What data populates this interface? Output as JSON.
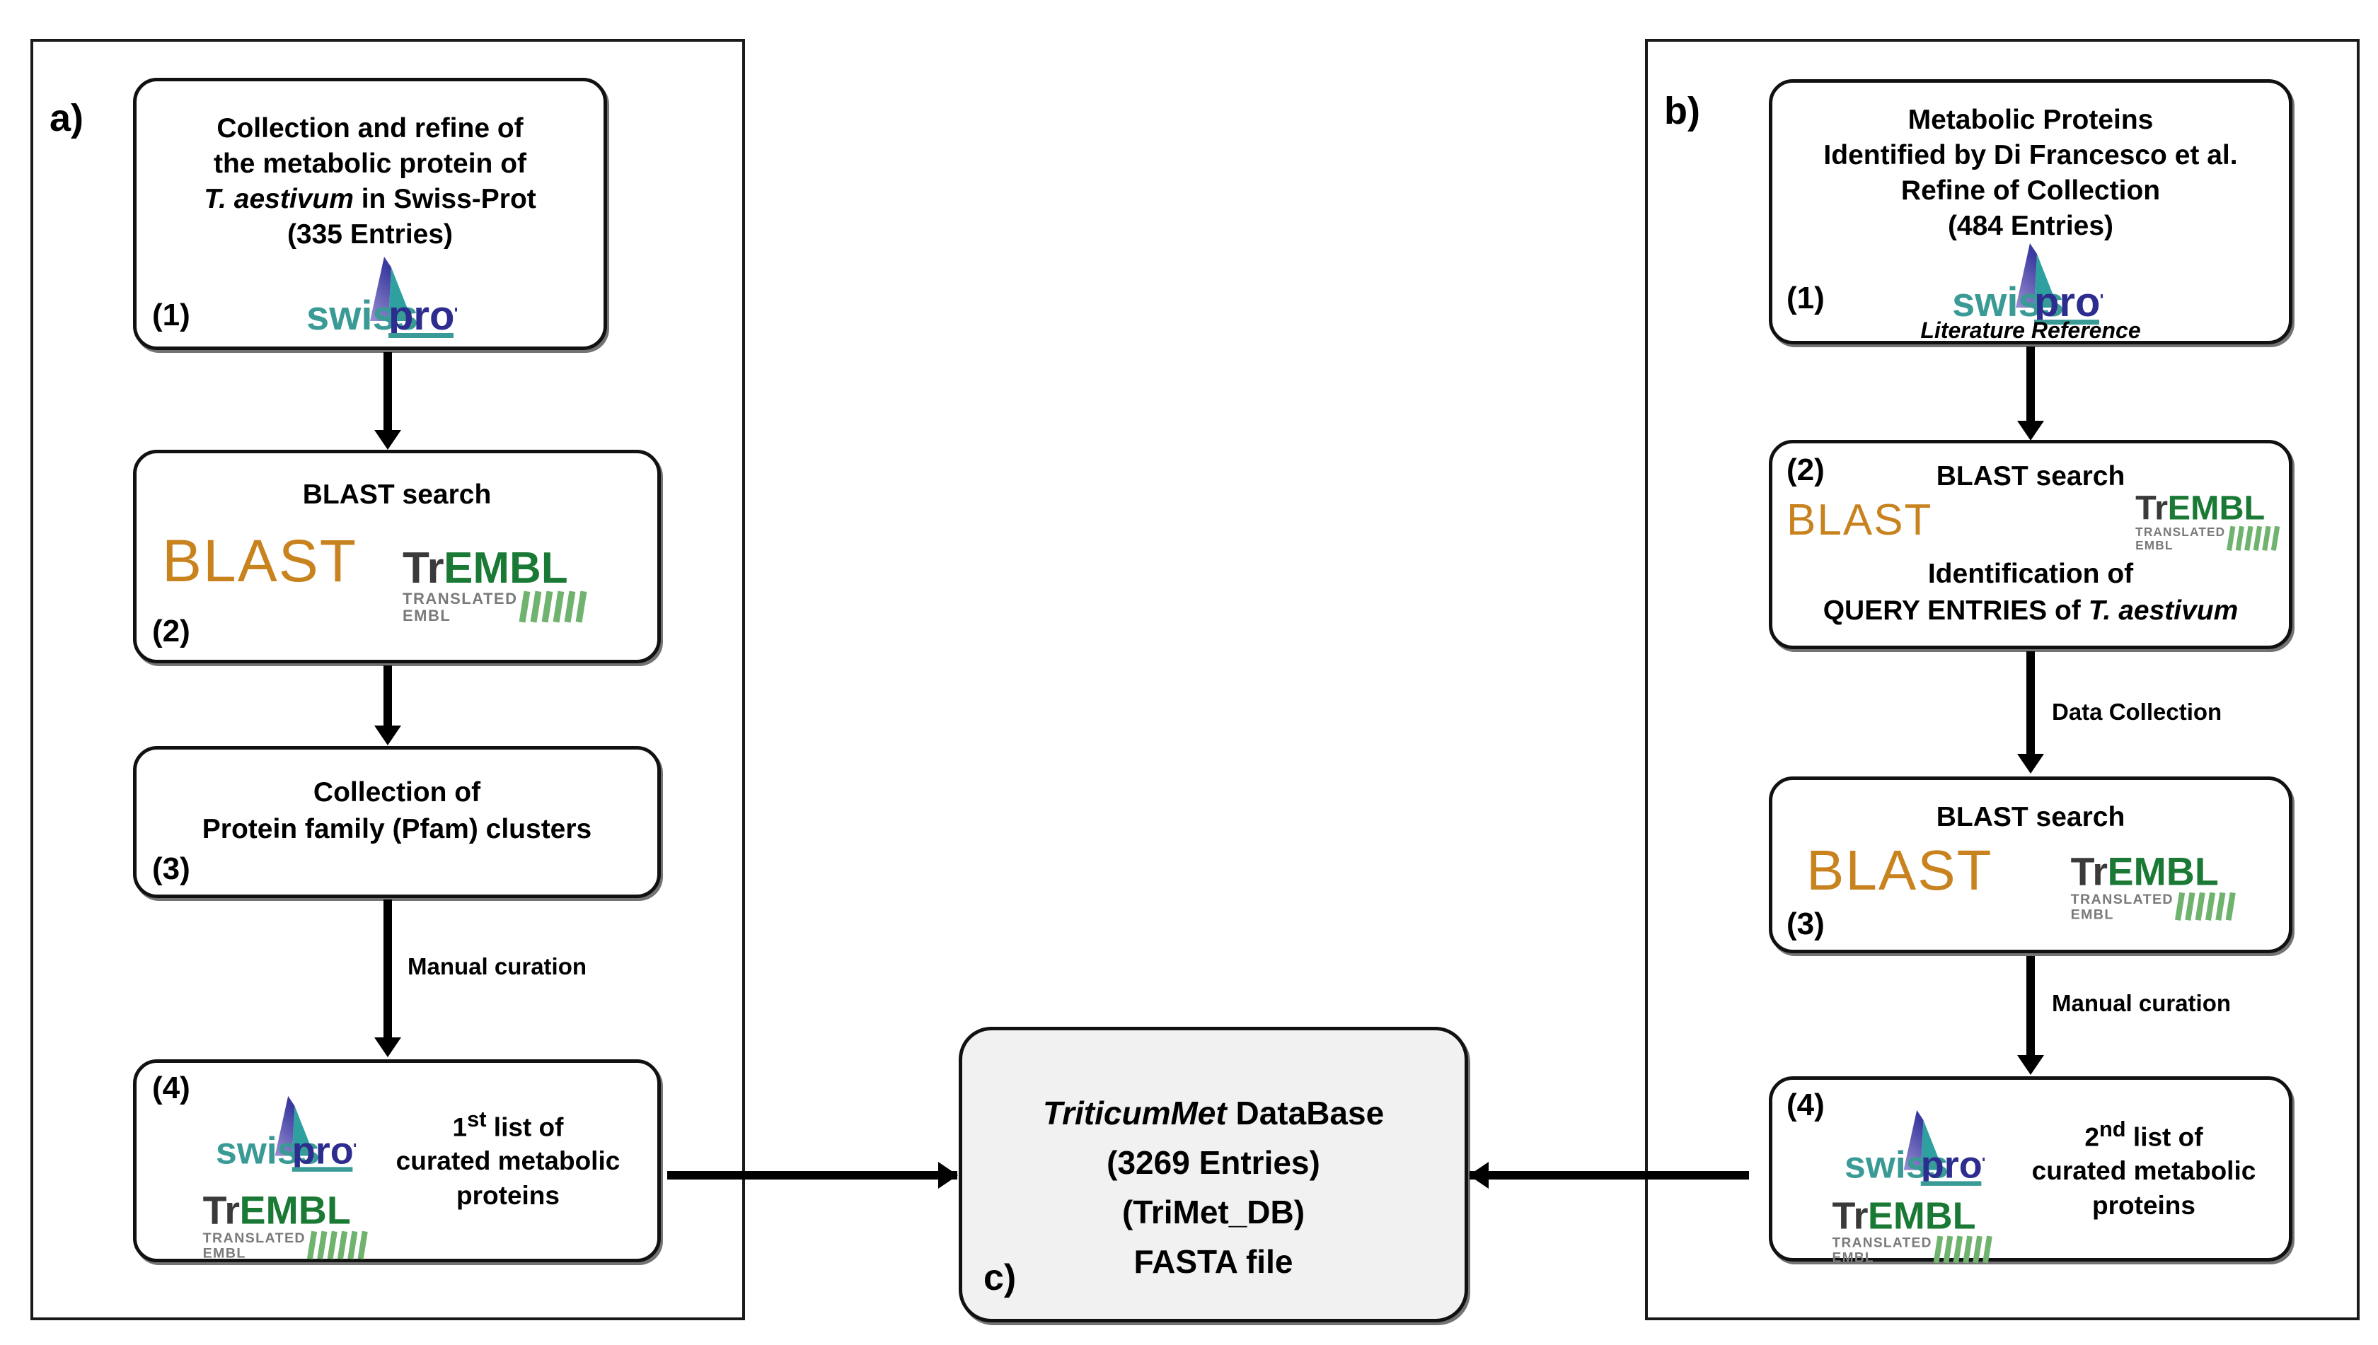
{
  "figure": {
    "panels": {
      "a_letter": "a)",
      "b_letter": "b)",
      "c_letter": "c)"
    }
  },
  "colors": {
    "blast_orange": "#c8821e",
    "trembl_green": "#1a7a35",
    "trembl_gray": "#3a3a3a",
    "swissprot_teal": "#3a9a96",
    "swissprot_blue": "#2d2d8f",
    "box_border": "#111111",
    "panel_border": "#1a1a1a",
    "db_box_fill": "#f1f1f1"
  },
  "panel_a": {
    "letter": "a)",
    "nodes": [
      {
        "num": "(1)",
        "line1": "Collection and refine of",
        "line2": "the metabolic protein of",
        "line3_italic": "T. aestivum",
        "line3_rest": " in Swiss-Prot",
        "line4": "(335 Entries)",
        "logo": "swissprot-logo"
      },
      {
        "num": "(2)",
        "title": "BLAST search",
        "wordmark": "BLAST",
        "logo": "trembl-logo"
      },
      {
        "num": "(3)",
        "line1": "Collection of",
        "line2": "Protein family (Pfam) clusters"
      },
      {
        "num": "(4)",
        "list_ordinal": "1",
        "list_suffix": "st",
        "list_rest": " list of",
        "line2": "curated metabolic",
        "line3": "proteins",
        "logos": [
          "swissprot-logo",
          "trembl-logo"
        ]
      }
    ],
    "edge_labels": {
      "manual_curation": "Manual curation"
    }
  },
  "panel_b": {
    "letter": "b)",
    "nodes": [
      {
        "num": "(1)",
        "line1": "Metabolic Proteins",
        "line2": "Identified by Di Francesco et al.",
        "line3": "Refine of Collection",
        "line4": "(484 Entries)",
        "logo": "swissprot-logo",
        "caption": "Literature Reference"
      },
      {
        "num": "(2)",
        "title": "BLAST search",
        "wordmark": "BLAST",
        "logo": "trembl-logo",
        "line3": "Identification of",
        "line4_pre": "QUERY ENTRIES of ",
        "line4_italic": "T. aestivum"
      },
      {
        "num": "(3)",
        "title": "BLAST search",
        "wordmark": "BLAST",
        "logo": "trembl-logo"
      },
      {
        "num": "(4)",
        "list_ordinal": "2",
        "list_suffix": "nd",
        "list_rest": " list of",
        "line2": "curated metabolic",
        "line3": "proteins",
        "logos": [
          "swissprot-logo",
          "trembl-logo"
        ]
      }
    ],
    "edge_labels": {
      "data_collection": "Data Collection",
      "manual_curation": "Manual curation"
    }
  },
  "panel_c": {
    "letter": "c)",
    "title_italic": "TriticumMet",
    "title_rest": " DataBase",
    "line2": "(3269 Entries)",
    "line3": "(TriMet_DB)",
    "line4": "FASTA file"
  },
  "logos": {
    "swissprot": {
      "word1": "swiss",
      "word2": "prot"
    },
    "trembl": {
      "word1": "Tr",
      "word2": "EMBL",
      "sub1": "TRANSLATED",
      "sub2": "EMBL"
    },
    "blast": {
      "word": "BLAST"
    }
  }
}
